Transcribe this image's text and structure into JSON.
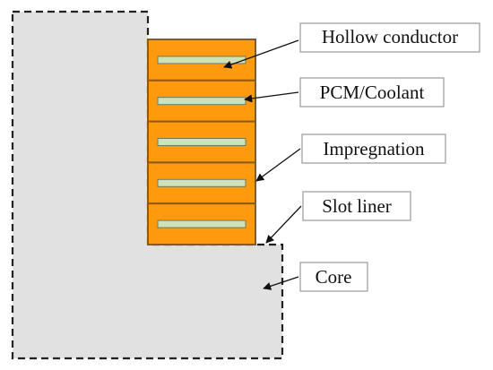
{
  "labels": {
    "hollow_conductor": "Hollow conductor",
    "pcm_coolant": "PCM/Coolant",
    "impregnation": "Impregnation",
    "slot_liner": "Slot liner",
    "core": "Core"
  },
  "conductor_count": 5,
  "colors": {
    "core_fill": "#e1e1e1",
    "core_outline": "#222222",
    "conductor_fill": "#ff9a0e",
    "conductor_border": "#8b5a14",
    "channel_fill": "#cfe1b8",
    "channel_border": "#6f7a5f",
    "label_border": "#9a9a9a",
    "arrow": "#111111"
  },
  "icons": {
    "arrowhead": "arrowhead-icon"
  }
}
